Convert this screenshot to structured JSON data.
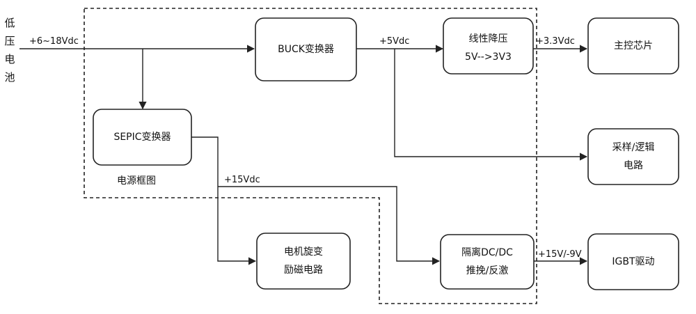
{
  "battery": {
    "chars": [
      "低",
      "压",
      "电",
      "池"
    ]
  },
  "frame_label": "电源框图",
  "blocks": {
    "buck": [
      "BUCK变换器"
    ],
    "linear": [
      "线性降压",
      "5V-->3V3"
    ],
    "mcu": [
      "主控芯片"
    ],
    "sepic": [
      "SEPIC变换器"
    ],
    "sampling": [
      "采样/逻辑",
      "电路"
    ],
    "resolver": [
      "电机旋变",
      "励磁电路"
    ],
    "isolated": [
      "隔离DC/DC",
      "推挽/反激"
    ],
    "igbt": [
      "IGBT驱动"
    ]
  },
  "wires": {
    "input": "+6~18Vdc",
    "v5": "+5Vdc",
    "v3": "+3.3Vdc",
    "v15": "+15Vdc",
    "igbt_supply": "+15V/-9V"
  }
}
